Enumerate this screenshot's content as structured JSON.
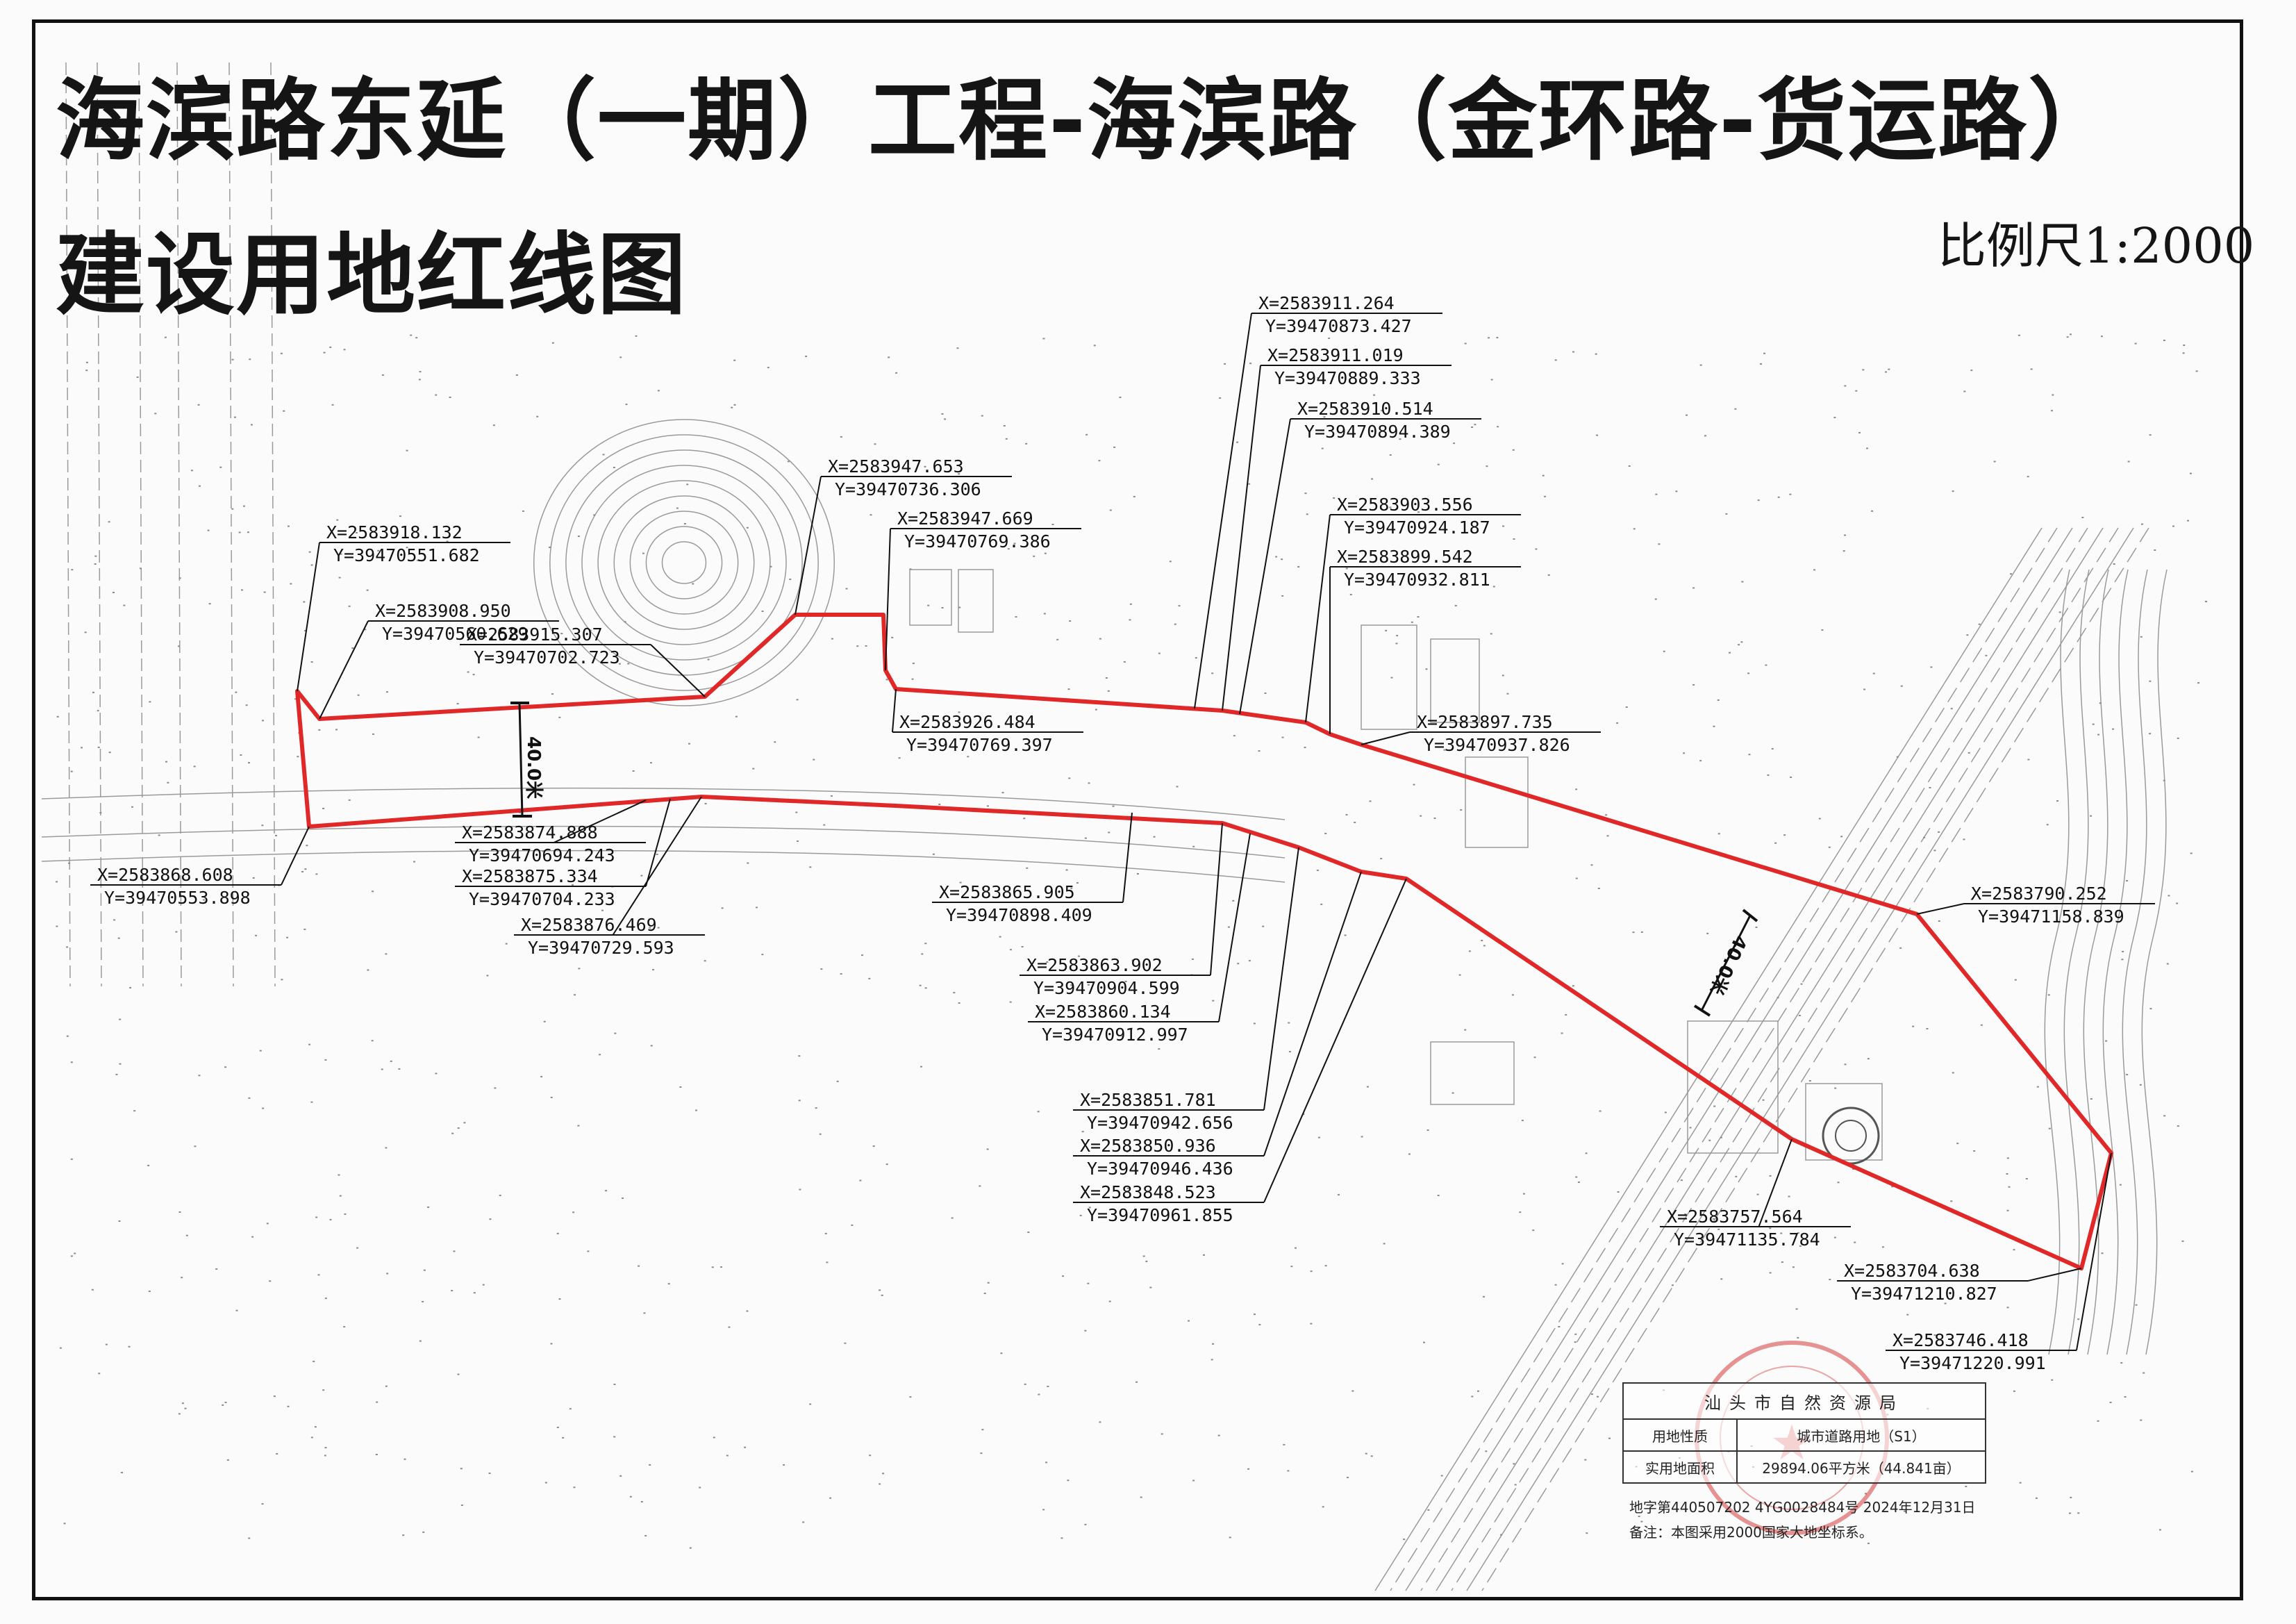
{
  "titles": {
    "line1": "海滨路东延（一期）工程-海滨路（金环路-货运路）",
    "line2": "建设用地红线图",
    "scale": "比例尺1:2000"
  },
  "colors": {
    "boundary": "#e02828",
    "ink": "#111111",
    "terrain": "#9a9a9a",
    "stamp": "#d63c3c"
  },
  "dimension_label": "40.0米",
  "coordinate_labels": [
    {
      "x": "X=2583918.132",
      "y": "Y=39470551.682"
    },
    {
      "x": "X=2583908.950",
      "y": "Y=39470560.629"
    },
    {
      "x": "X=2583915.307",
      "y": "Y=39470702.723"
    },
    {
      "x": "X=2583947.653",
      "y": "Y=39470736.306"
    },
    {
      "x": "X=2583947.669",
      "y": "Y=39470769.386"
    },
    {
      "x": "X=2583926.484",
      "y": "Y=39470769.397"
    },
    {
      "x": "X=2583911.264",
      "y": "Y=39470873.427"
    },
    {
      "x": "X=2583911.019",
      "y": "Y=39470889.333"
    },
    {
      "x": "X=2583910.514",
      "y": "Y=39470894.389"
    },
    {
      "x": "X=2583903.556",
      "y": "Y=39470924.187"
    },
    {
      "x": "X=2583899.542",
      "y": "Y=39470932.811"
    },
    {
      "x": "X=2583897.735",
      "y": "Y=39470937.826"
    },
    {
      "x": "X=2583790.252",
      "y": "Y=39471158.839"
    },
    {
      "x": "X=2583704.638",
      "y": "Y=39471210.827"
    },
    {
      "x": "X=2583746.418",
      "y": "Y=39471220.991"
    },
    {
      "x": "X=2583757.564",
      "y": "Y=39471135.784"
    },
    {
      "x": "X=2583848.523",
      "y": "Y=39470961.855"
    },
    {
      "x": "X=2583850.936",
      "y": "Y=39470946.436"
    },
    {
      "x": "X=2583851.781",
      "y": "Y=39470942.656"
    },
    {
      "x": "X=2583860.134",
      "y": "Y=39470912.997"
    },
    {
      "x": "X=2583863.902",
      "y": "Y=39470904.599"
    },
    {
      "x": "X=2583865.905",
      "y": "Y=39470898.409"
    },
    {
      "x": "X=2583876.469",
      "y": "Y=39470729.593"
    },
    {
      "x": "X=2583875.334",
      "y": "Y=39470704.233"
    },
    {
      "x": "X=2583874.888",
      "y": "Y=39470694.243"
    },
    {
      "x": "X=2583868.608",
      "y": "Y=39470553.898"
    }
  ],
  "info_table": {
    "header": "汕头市自然资源局",
    "rows": [
      {
        "key": "用地性质",
        "value": "城市道路用地（S1）"
      },
      {
        "key": "实用地面积",
        "value": "29894.06平方米（44.841亩）"
      }
    ]
  },
  "notes": {
    "permit": "地字第440507202 4YG0028484号  2024年12月31日",
    "remark": "备注：本图采用2000国家大地坐标系。"
  },
  "stamp_icon": "official-seal-icon"
}
